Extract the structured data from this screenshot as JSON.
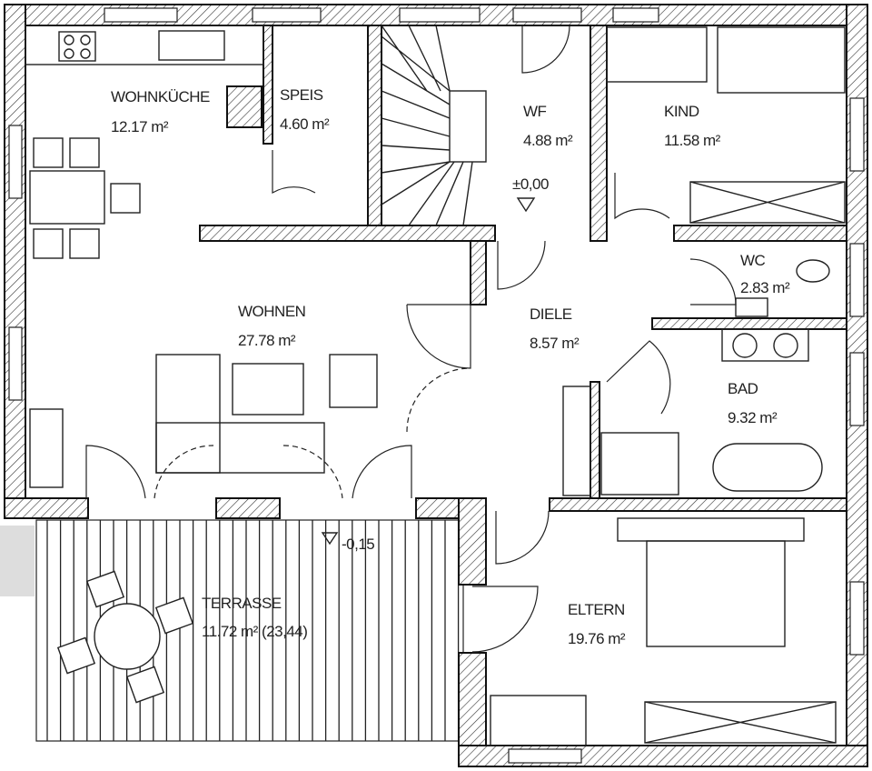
{
  "plan": {
    "rooms": [
      {
        "id": "wohnkueche",
        "name": "WOHNKÜCHE",
        "area": "12.17 m²"
      },
      {
        "id": "speis",
        "name": "SPEIS",
        "area": "4.60 m²"
      },
      {
        "id": "wf",
        "name": "WF",
        "area": "4.88 m²"
      },
      {
        "id": "kind",
        "name": "KIND",
        "area": "11.58 m²"
      },
      {
        "id": "wc",
        "name": "WC",
        "area": "2.83 m²"
      },
      {
        "id": "diele",
        "name": "DIELE",
        "area": "8.57 m²"
      },
      {
        "id": "wohnen",
        "name": "WOHNEN",
        "area": "27.78 m²"
      },
      {
        "id": "bad",
        "name": "BAD",
        "area": "9.32 m²"
      },
      {
        "id": "eltern",
        "name": "ELTERN",
        "area": "19.76 m²"
      },
      {
        "id": "terrasse",
        "name": "TERRASSE",
        "area": "11.72 m² (23,44)"
      }
    ],
    "levels": {
      "floor": "±0,00",
      "terrace": "-0,15"
    }
  }
}
